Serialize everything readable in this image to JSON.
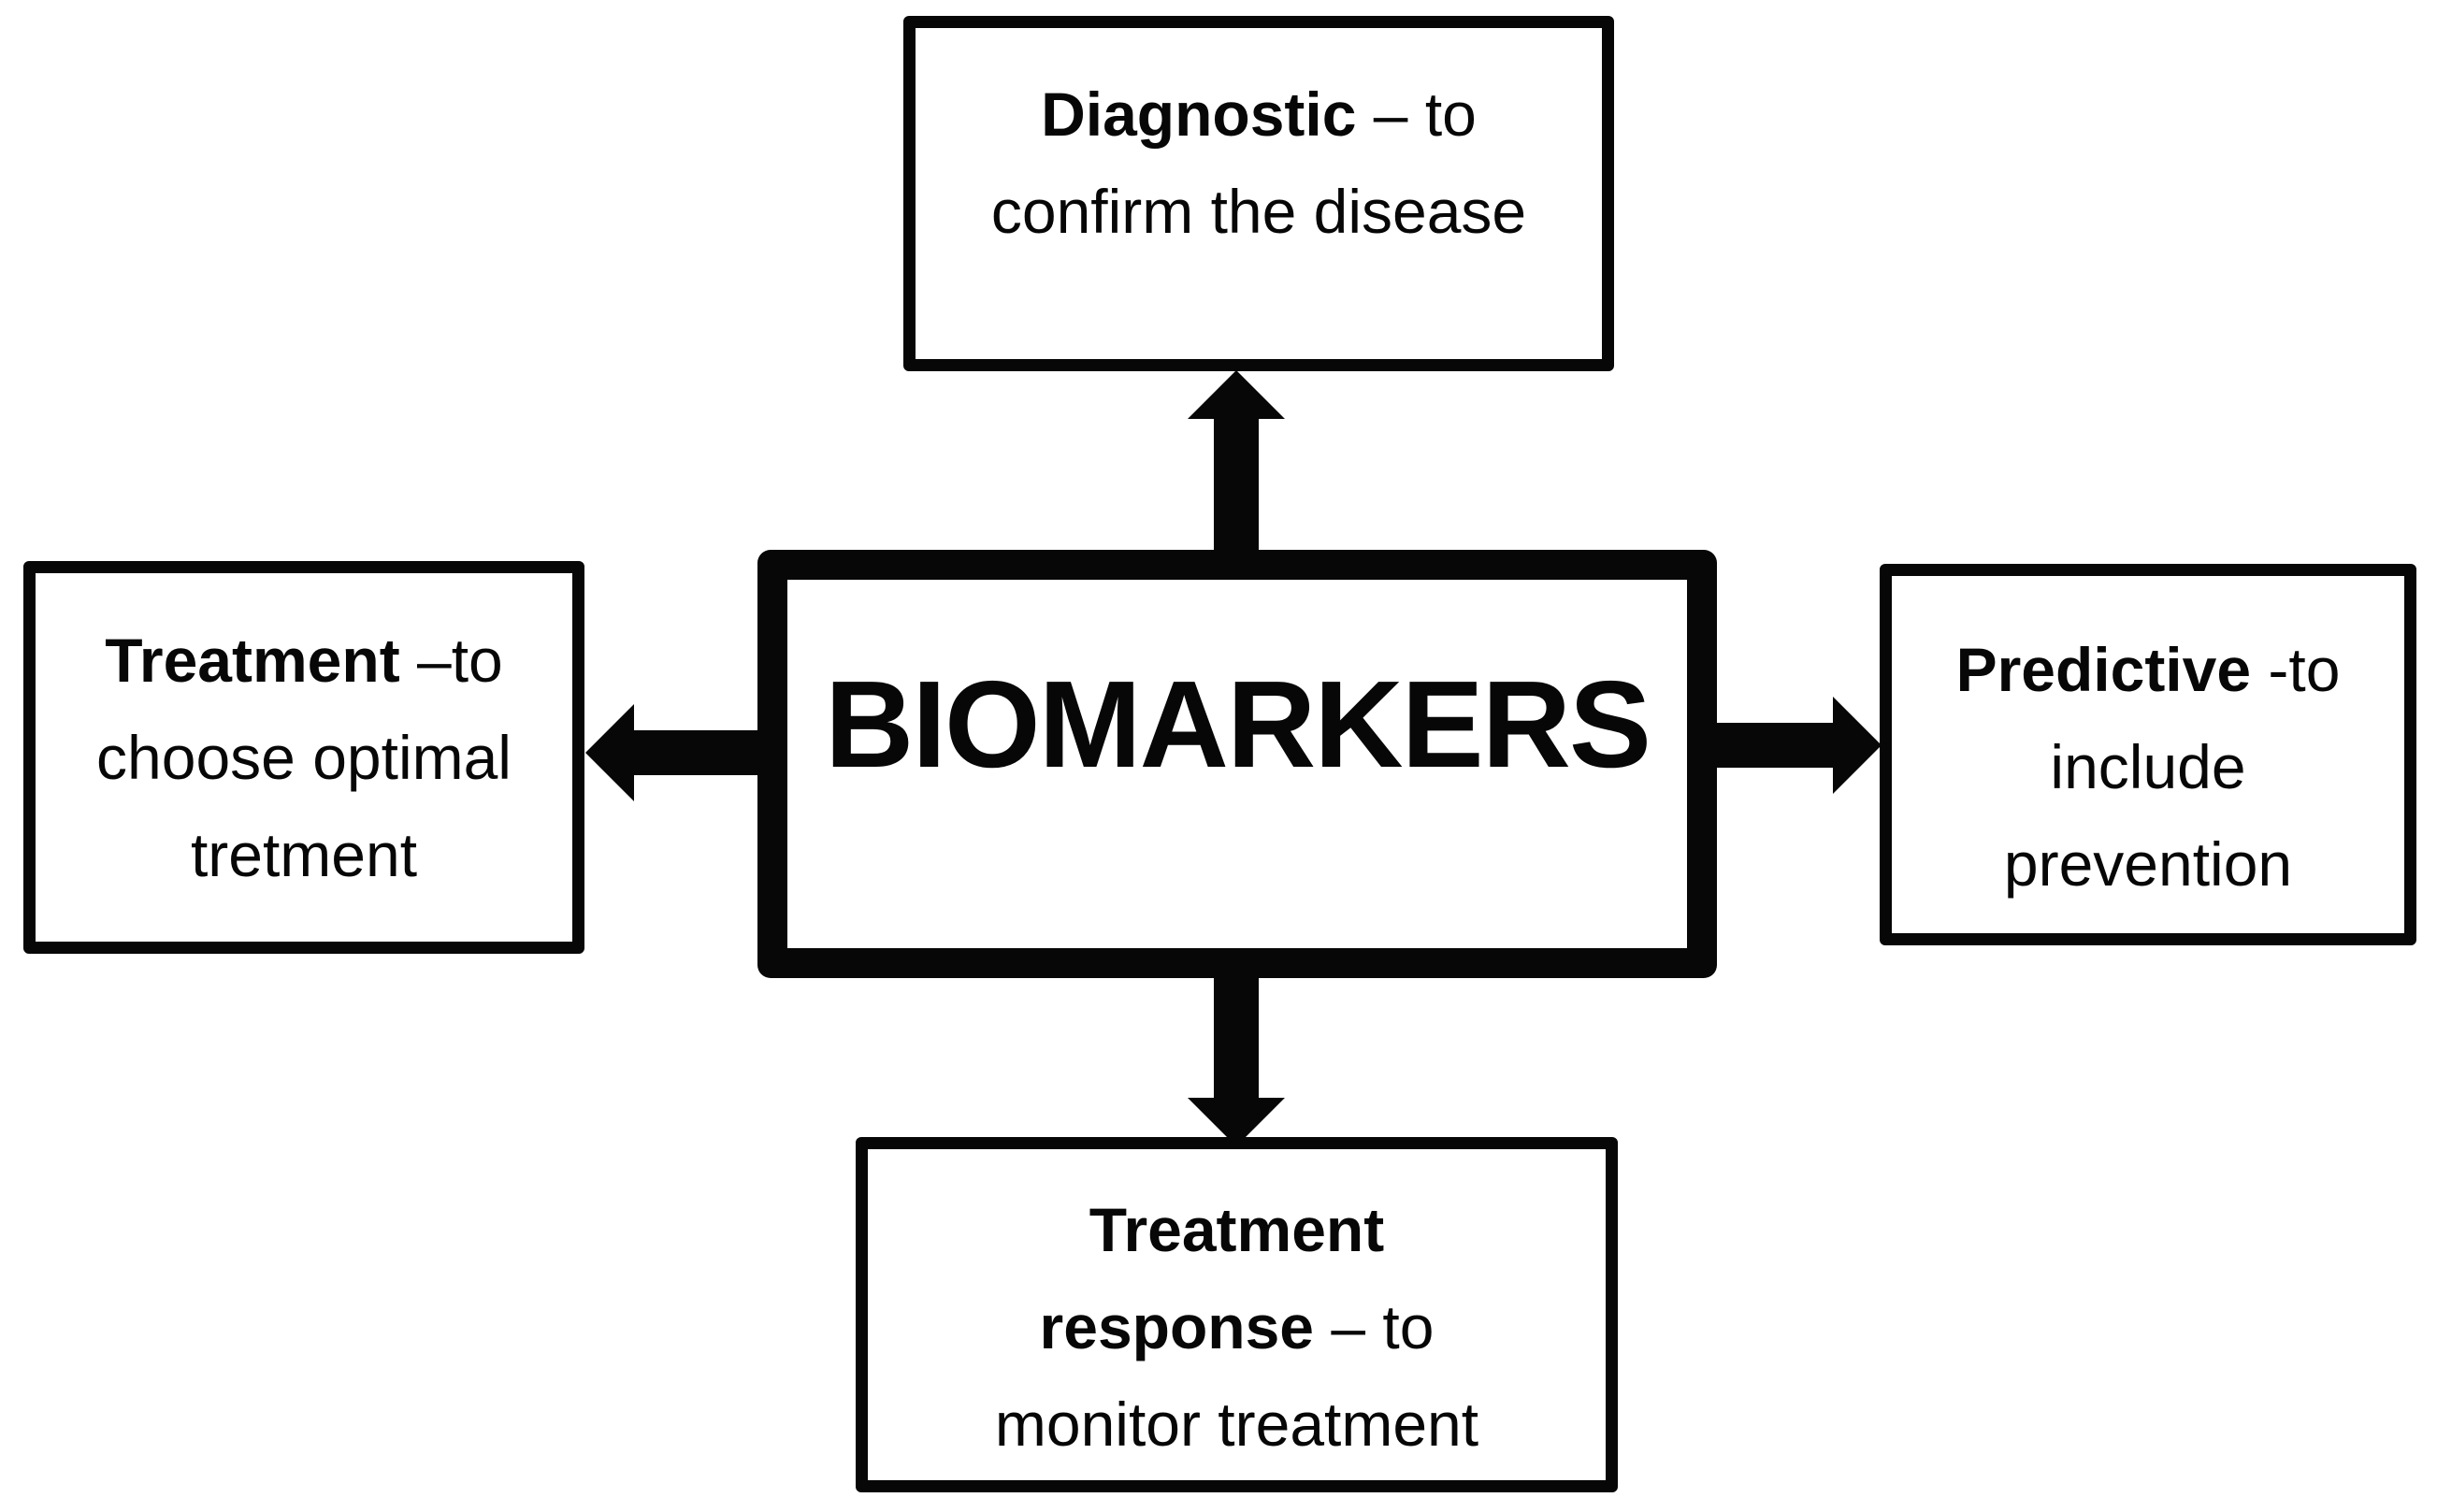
{
  "center_box": {
    "label": "BIOMARKERS"
  },
  "boxes": {
    "diagnostic": {
      "line1_bold": "Diagnostic",
      "line1_rest": " – to",
      "line2": "confirm the disease"
    },
    "treatment": {
      "line1_bold": "Treatment",
      "line1_rest": " –to",
      "line2": "choose optimal",
      "line3": "tretment"
    },
    "predictive": {
      "line1_bold": "Predictive",
      "line1_rest": " -to",
      "line2": "include",
      "line3": "prevention"
    },
    "treatment_response": {
      "line1_bold": "Treatment",
      "line2_bold": "response",
      "line2_rest": " – to",
      "line3": "monitor treatment"
    }
  },
  "connectors": [
    {
      "direction": "up",
      "from": "BIOMARKERS",
      "to": "Diagnostic"
    },
    {
      "direction": "left",
      "from": "BIOMARKERS",
      "to": "Treatment"
    },
    {
      "direction": "right",
      "from": "BIOMARKERS",
      "to": "Predictive"
    },
    {
      "direction": "down",
      "from": "BIOMARKERS",
      "to": "Treatment response"
    }
  ],
  "colors": {
    "ink": "#070707",
    "background": "#ffffff"
  }
}
